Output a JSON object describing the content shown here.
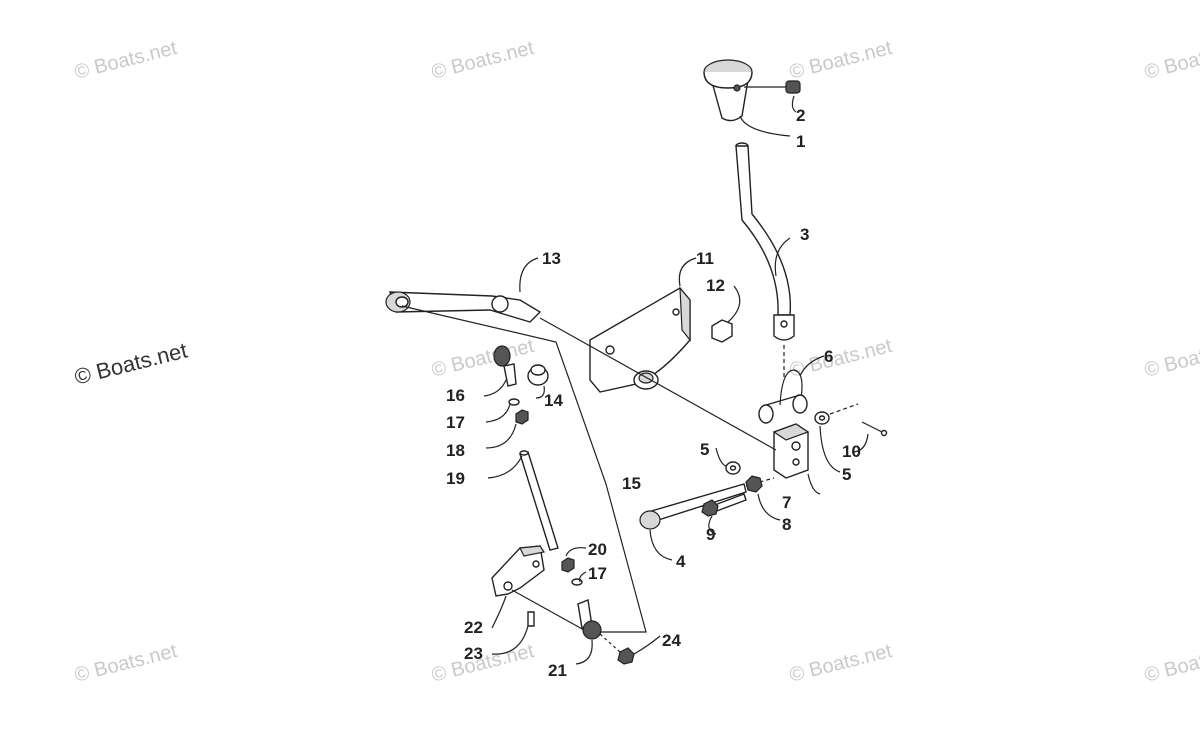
{
  "watermarks": {
    "text": "© Boats.net",
    "dark_text": "© Boats.net"
  },
  "callouts": [
    "1",
    "2",
    "3",
    "4",
    "5",
    "5",
    "6",
    "7",
    "8",
    "9",
    "10",
    "11",
    "12",
    "13",
    "14",
    "15",
    "16",
    "17",
    "17",
    "18",
    "19",
    "20",
    "21",
    "22",
    "23",
    "24"
  ]
}
